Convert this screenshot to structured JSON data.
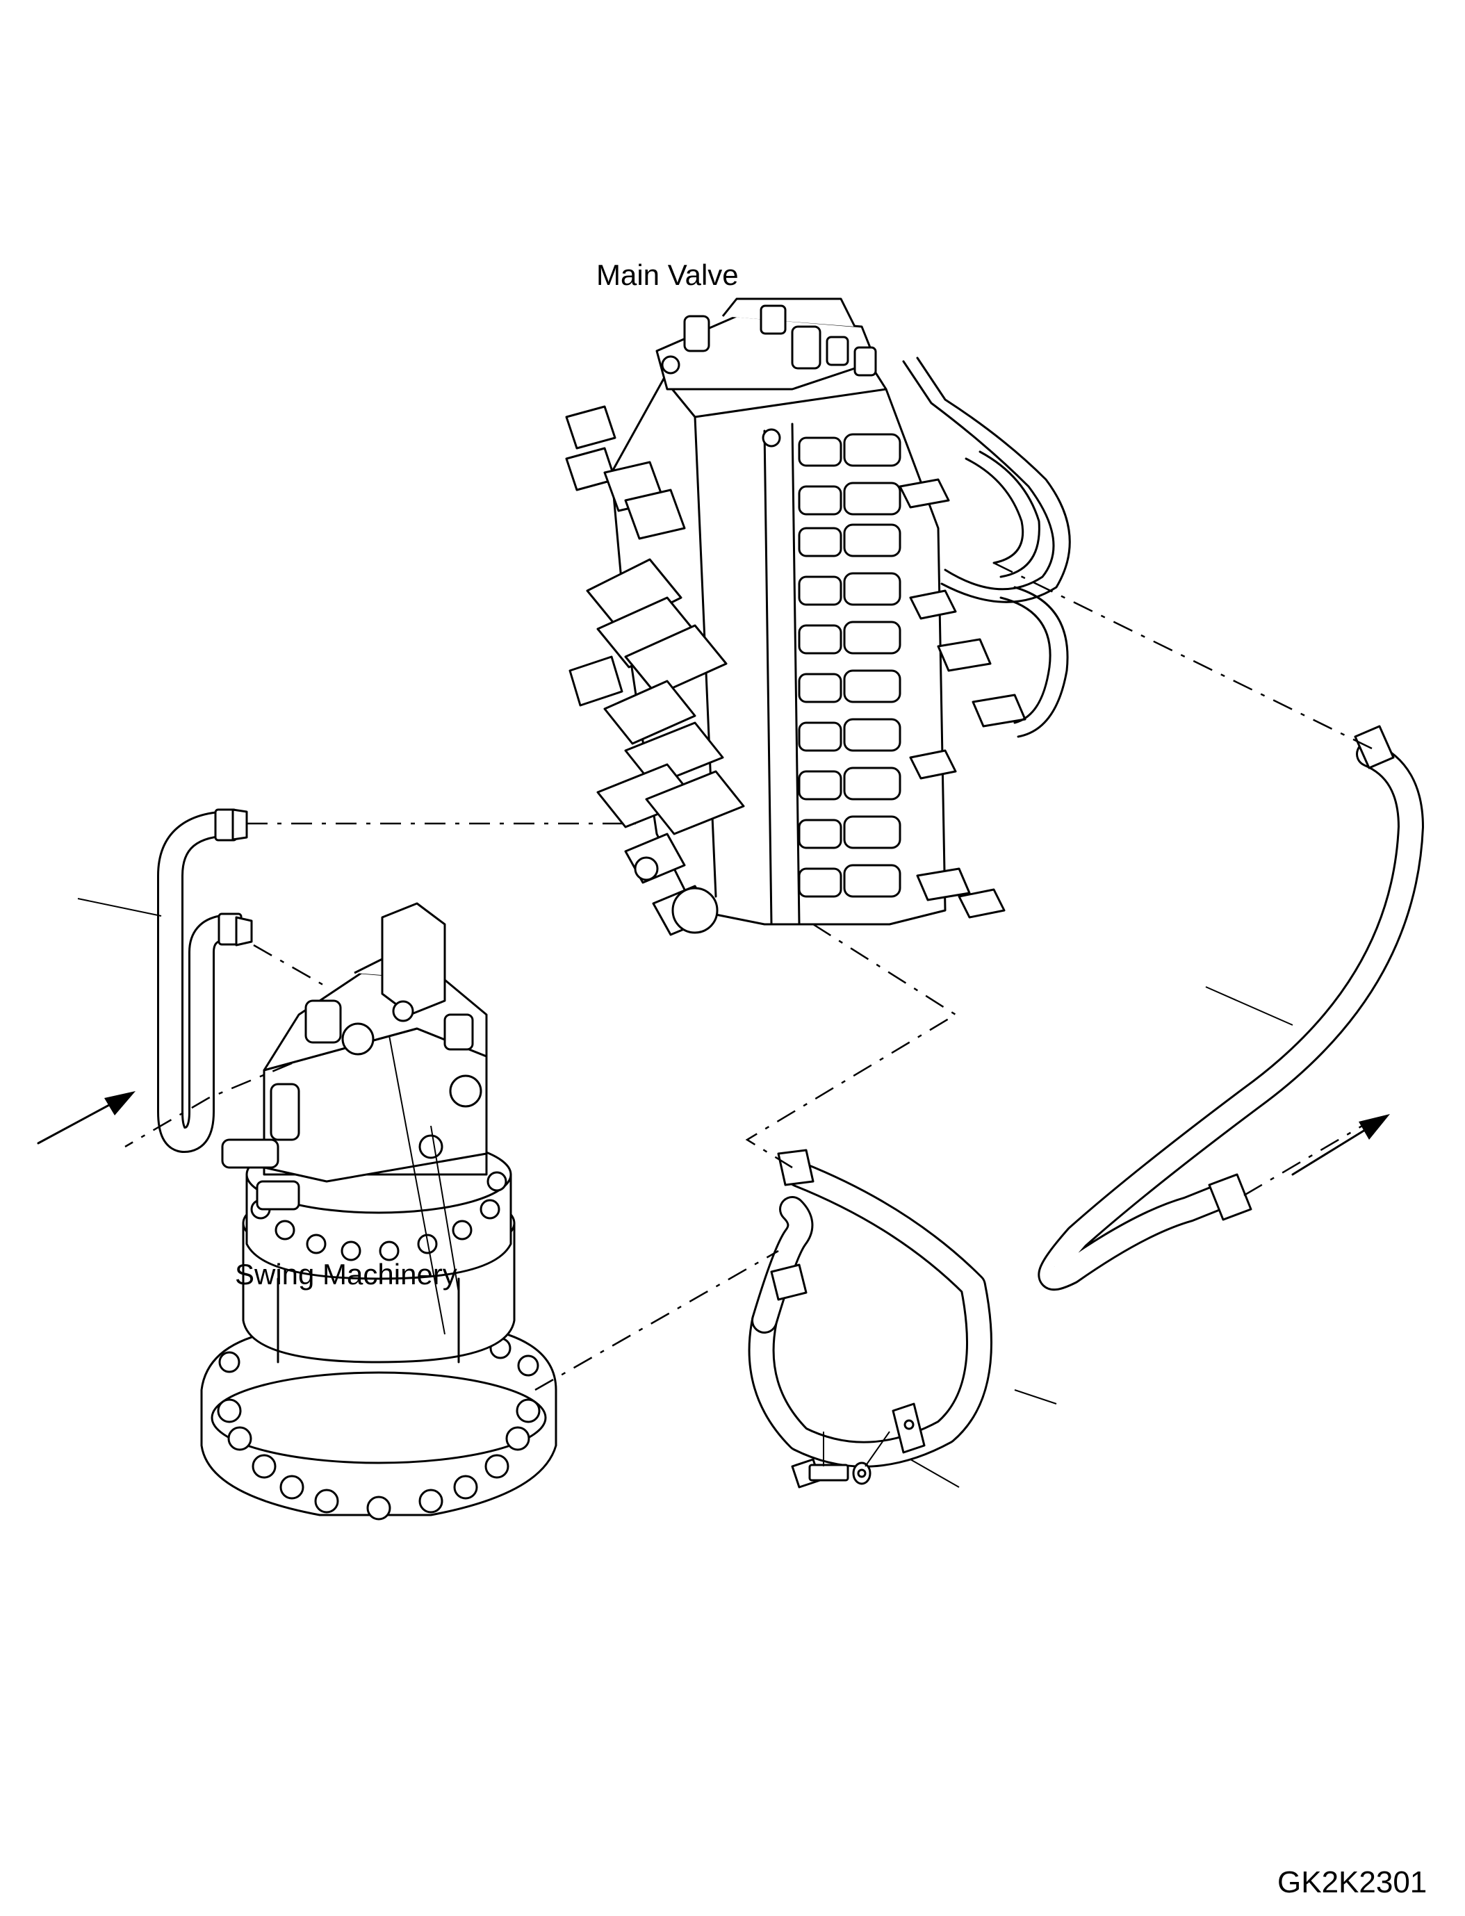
{
  "diagram": {
    "labels": {
      "main_valve": "Main Valve",
      "swing_machinery": "Swing Machinery",
      "drawing_code": "GK2K2301"
    },
    "colors": {
      "line": "#000000",
      "background": "#ffffff"
    }
  }
}
